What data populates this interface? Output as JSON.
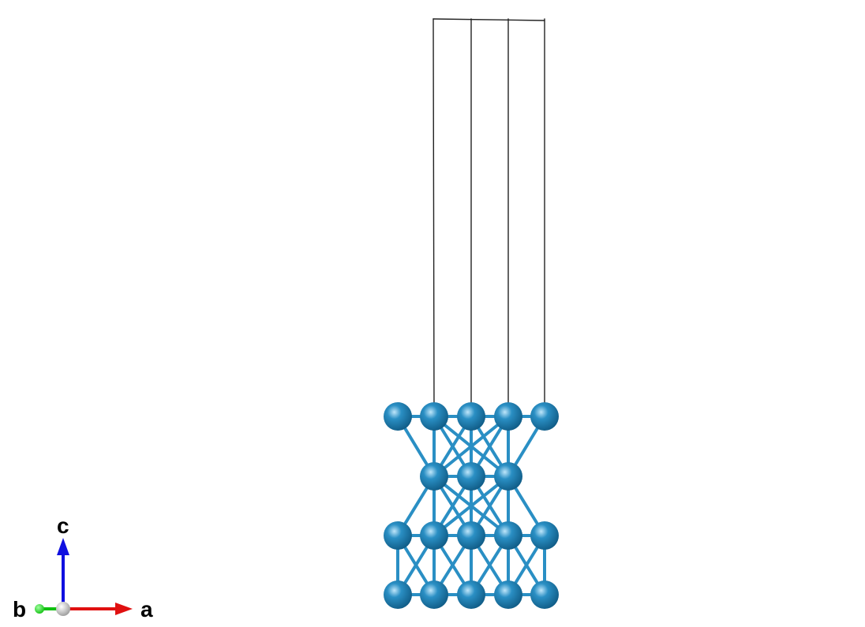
{
  "structure": {
    "atom_color": "#2a8fc4",
    "atom_highlight": "#bfe6fa",
    "atom_shadow": "#0f5a84",
    "bond_color": "#2a8fc4",
    "cell_line_color": "#222222"
  },
  "axes": {
    "c_label": "c",
    "b_label": "b",
    "a_label": "a",
    "c_color": "#1010e0",
    "b_color": "#10c010",
    "a_color": "#e01010",
    "origin_color": "#cfcfcf"
  }
}
